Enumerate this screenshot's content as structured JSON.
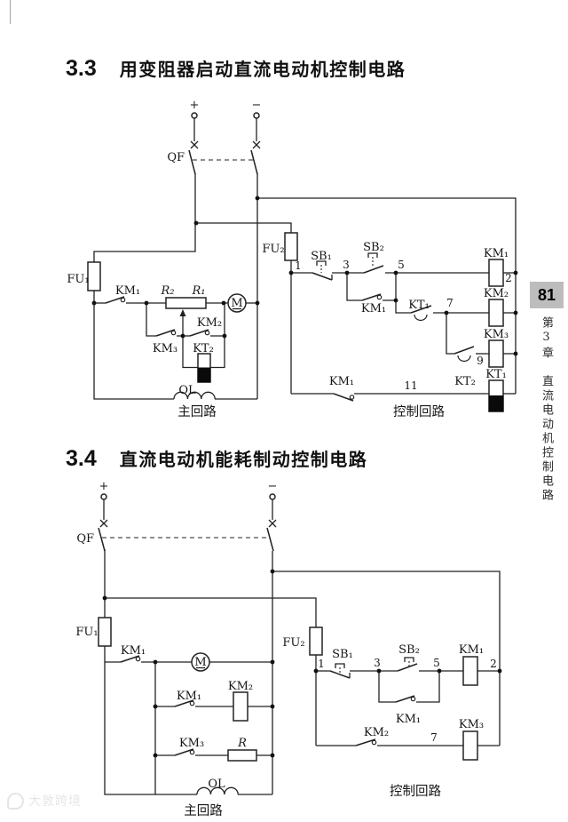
{
  "colors": {
    "page_bg": "#ffffff",
    "line": "#222222",
    "page_number_bg": "#bdbdbd"
  },
  "sidebar": {
    "page_number": "81",
    "chapter": "第3章　直流电动机控制电路"
  },
  "watermark": {
    "text": "大敦跨境"
  },
  "sections": [
    {
      "number": "3.3",
      "title": "用变阻器启动直流电动机控制电路",
      "labels": {
        "plus": "+",
        "minus": "−",
        "qf": "QF",
        "fu1": "FU₁",
        "km1_main": "KM₁",
        "r2": "R₂",
        "r1": "R₁",
        "motor": "M",
        "km2_main": "KM₂",
        "km3_main": "KM₃",
        "kt2_main": "KT₂",
        "ol": "OL",
        "main_loop": "主回路",
        "fu2": "FU₂",
        "n1": "1",
        "sb1": "SB₁",
        "n3": "3",
        "sb2": "SB₂",
        "n5": "5",
        "km1_coil": "KM₁",
        "n2": "2",
        "km1_aux": "KM₁",
        "kt1_contact": "KT₁",
        "n7": "7",
        "km2_coil": "KM₂",
        "kt2_contact": "KT₂",
        "n9": "9",
        "km3_coil": "KM₃",
        "kt1_coil": "KT₁",
        "n11": "11",
        "km1_nc": "KM₁",
        "control_loop": "控制回路"
      }
    },
    {
      "number": "3.4",
      "title": "直流电动机能耗制动控制电路",
      "labels": {
        "plus": "+",
        "minus": "−",
        "qf": "QF",
        "fu1": "FU₁",
        "km1_main": "KM₁",
        "motor": "M",
        "km1_branch": "KM₁",
        "km2_coil_main": "KM₂",
        "km3_branch": "KM₃",
        "r": "R",
        "ol": "OL",
        "main_loop": "主回路",
        "fu2": "FU₂",
        "n1": "1",
        "sb1": "SB₁",
        "n3": "3",
        "sb2": "SB₂",
        "n5": "5",
        "km1_coil": "KM₁",
        "n2": "2",
        "km1_aux": "KM₁",
        "km2_contact": "KM₂",
        "n7": "7",
        "km3_coil": "KM₃",
        "control_loop": "控制回路"
      }
    }
  ]
}
